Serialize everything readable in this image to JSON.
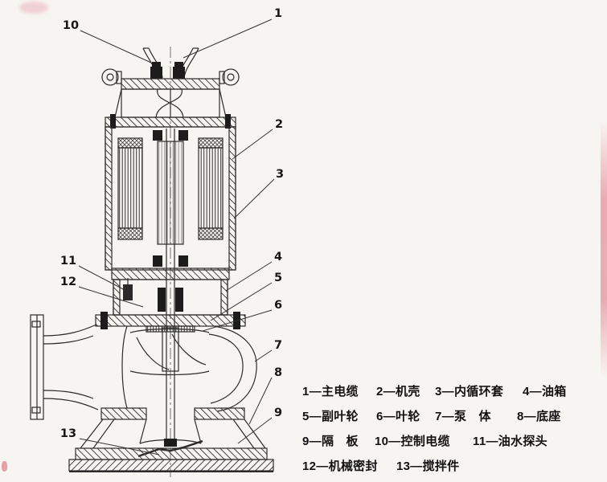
{
  "page": {
    "background": "#f7f5f1",
    "ink": "#222222"
  },
  "diagram": {
    "callouts": [
      {
        "num": "1"
      },
      {
        "num": "2"
      },
      {
        "num": "3"
      },
      {
        "num": "4"
      },
      {
        "num": "5"
      },
      {
        "num": "6"
      },
      {
        "num": "7"
      },
      {
        "num": "8"
      },
      {
        "num": "9"
      },
      {
        "num": "10"
      },
      {
        "num": "11"
      },
      {
        "num": "12"
      },
      {
        "num": "13"
      }
    ],
    "legend": {
      "rows": [
        [
          "1—主电缆",
          "2—机壳",
          "3—内循环套",
          "4—油箱"
        ],
        [
          "5—副叶轮",
          "6—叶轮",
          "7—泵　体",
          "8—底座"
        ],
        [
          "9—隔　板",
          "10—控制电缆",
          "11—油水探头"
        ],
        [
          "12—机械密封",
          "13—搅拌件"
        ]
      ]
    }
  }
}
